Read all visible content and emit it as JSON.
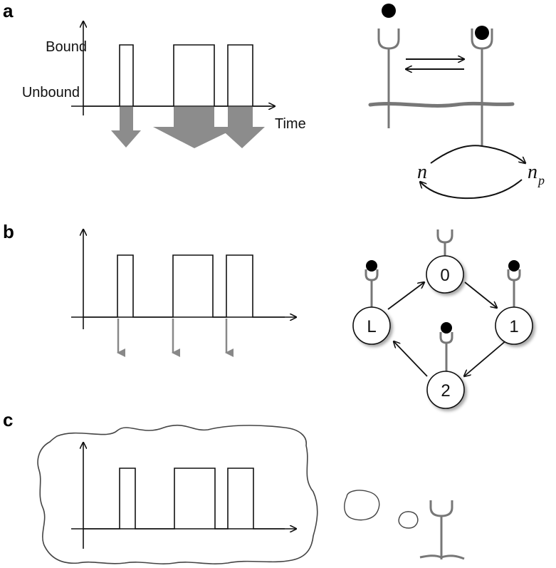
{
  "panels": {
    "a": {
      "label": "a",
      "y_high_label": "Bound",
      "y_low_label": "Unbound",
      "x_label": "Time",
      "state_left": "n",
      "state_right_base": "n",
      "state_right_sub": "p"
    },
    "b": {
      "label": "b",
      "nodes": [
        "0",
        "1",
        "2",
        "L"
      ]
    },
    "c": {
      "label": "c"
    }
  },
  "colors": {
    "line": "#111111",
    "receptor": "#777777",
    "arrow_fill": "#8c8c8c",
    "cloud_stroke": "#444444"
  }
}
